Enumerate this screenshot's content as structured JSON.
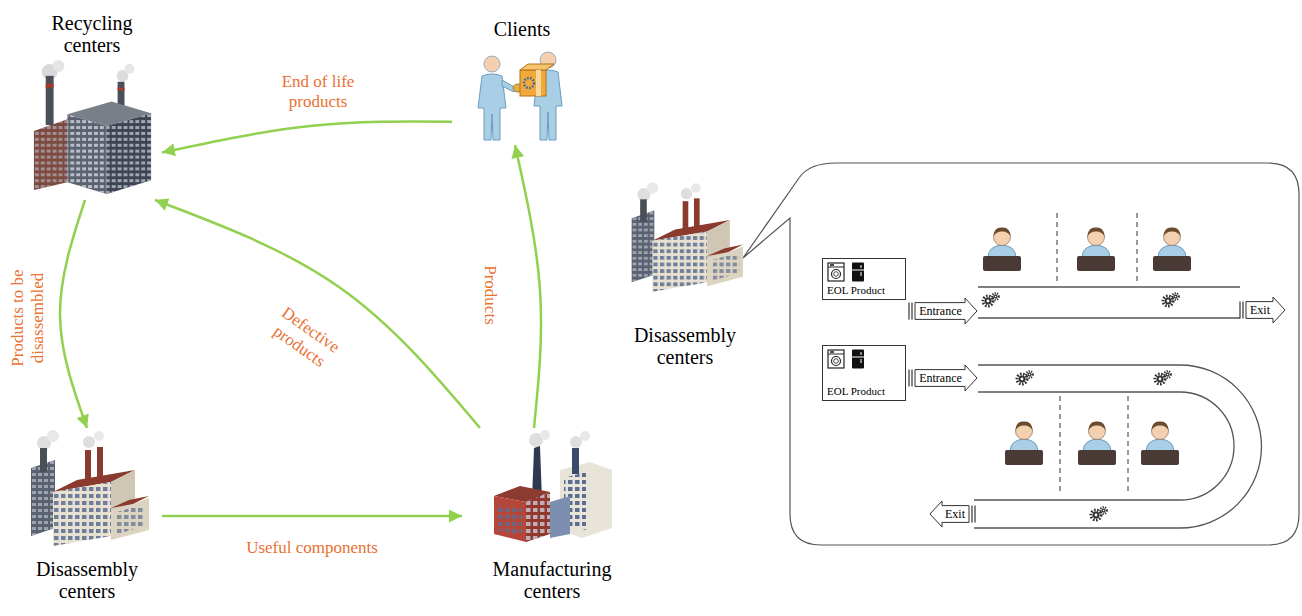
{
  "diagram": {
    "nodes": [
      {
        "text": [
          "Recycling centers"
        ]
      },
      {
        "text": [
          "Clients"
        ]
      },
      {
        "text": [
          "Disassembly centers"
        ]
      },
      {
        "text": [
          "Manufacturing centers"
        ]
      },
      {
        "text": [
          "Disassembly centers"
        ]
      },
      {
        "text": [
          "EOL Product"
        ]
      },
      {
        "text": [
          "Entrance"
        ]
      },
      {
        "text": [
          "Exit"
        ]
      },
      {
        "text": [
          "EOL Product"
        ]
      },
      {
        "text": [
          "Entrance"
        ]
      },
      {
        "text": [
          "Exit"
        ]
      }
    ],
    "edges": [
      {
        "from": 1,
        "to": 0,
        "arrow": "to",
        "label": "End of life products"
      },
      {
        "from": 0,
        "to": 2,
        "arrow": "to",
        "label": "Products to be disassembled"
      },
      {
        "from": 3,
        "to": 0,
        "arrow": "to",
        "label": "Defective products"
      },
      {
        "from": 3,
        "to": 1,
        "arrow": "to",
        "label": "Products"
      },
      {
        "from": 2,
        "to": 3,
        "arrow": "to",
        "label": "Useful components"
      }
    ]
  }
}
